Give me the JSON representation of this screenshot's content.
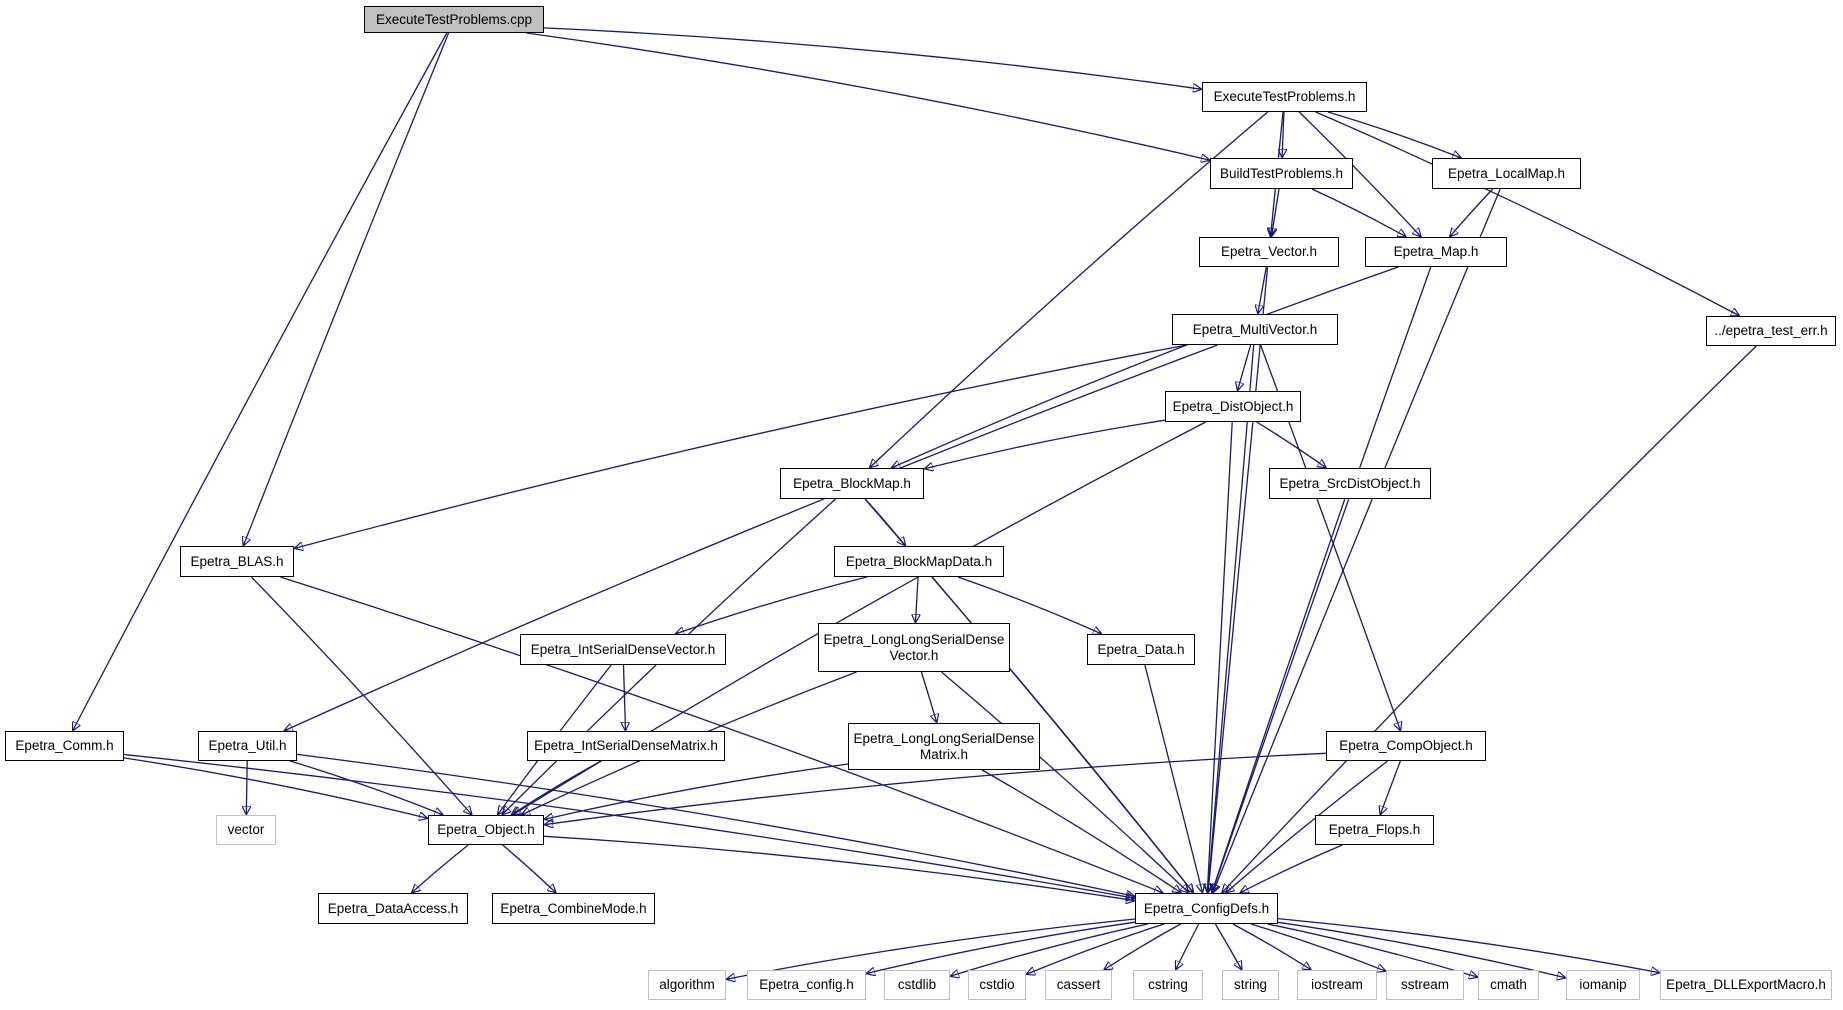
{
  "colors": {
    "edge": "#191970",
    "node_border": "#000000",
    "external_border": "#bfbfbf",
    "root_fill": "#bfbfbf"
  },
  "nodes": [
    {
      "id": "exec_cpp",
      "label": "ExecuteTestProblems.cpp",
      "kind": "root"
    },
    {
      "id": "exec_h",
      "label": "ExecuteTestProblems.h"
    },
    {
      "id": "build_h",
      "label": "BuildTestProblems.h"
    },
    {
      "id": "localmap_h",
      "label": "Epetra_LocalMap.h"
    },
    {
      "id": "vector_h",
      "label": "Epetra_Vector.h"
    },
    {
      "id": "map_h",
      "label": "Epetra_Map.h"
    },
    {
      "id": "test_err_h",
      "label": "../epetra_test_err.h"
    },
    {
      "id": "multivector_h",
      "label": "Epetra_MultiVector.h"
    },
    {
      "id": "distobject_h",
      "label": "Epetra_DistObject.h"
    },
    {
      "id": "blockmap_h",
      "label": "Epetra_BlockMap.h"
    },
    {
      "id": "srcdist_h",
      "label": "Epetra_SrcDistObject.h"
    },
    {
      "id": "blas_h",
      "label": "Epetra_BLAS.h"
    },
    {
      "id": "blockmapdata_h",
      "label": "Epetra_BlockMapData.h"
    },
    {
      "id": "intvec_h",
      "label": "Epetra_IntSerialDenseVector.h"
    },
    {
      "id": "llvec_h",
      "label": "Epetra_LongLongSerialDense\nVector.h"
    },
    {
      "id": "data_h",
      "label": "Epetra_Data.h"
    },
    {
      "id": "comm_h",
      "label": "Epetra_Comm.h"
    },
    {
      "id": "util_h",
      "label": "Epetra_Util.h"
    },
    {
      "id": "intmat_h",
      "label": "Epetra_IntSerialDenseMatrix.h"
    },
    {
      "id": "llmat_h",
      "label": "Epetra_LongLongSerialDense\nMatrix.h"
    },
    {
      "id": "compobject_h",
      "label": "Epetra_CompObject.h"
    },
    {
      "id": "vector_std",
      "label": "vector",
      "kind": "external"
    },
    {
      "id": "object_h",
      "label": "Epetra_Object.h"
    },
    {
      "id": "flops_h",
      "label": "Epetra_Flops.h"
    },
    {
      "id": "dataaccess_h",
      "label": "Epetra_DataAccess.h"
    },
    {
      "id": "combinemode_h",
      "label": "Epetra_CombineMode.h"
    },
    {
      "id": "configdefs_h",
      "label": "Epetra_ConfigDefs.h"
    },
    {
      "id": "algorithm",
      "label": "algorithm",
      "kind": "external"
    },
    {
      "id": "config_h",
      "label": "Epetra_config.h",
      "kind": "external"
    },
    {
      "id": "cstdlib",
      "label": "cstdlib",
      "kind": "external"
    },
    {
      "id": "cstdio",
      "label": "cstdio",
      "kind": "external"
    },
    {
      "id": "cassert",
      "label": "cassert",
      "kind": "external"
    },
    {
      "id": "cstring",
      "label": "cstring",
      "kind": "external"
    },
    {
      "id": "string",
      "label": "string",
      "kind": "external"
    },
    {
      "id": "iostream",
      "label": "iostream",
      "kind": "external"
    },
    {
      "id": "sstream",
      "label": "sstream",
      "kind": "external"
    },
    {
      "id": "cmath",
      "label": "cmath",
      "kind": "external"
    },
    {
      "id": "iomanip",
      "label": "iomanip",
      "kind": "external"
    },
    {
      "id": "dllexport_h",
      "label": "Epetra_DLLExportMacro.h",
      "kind": "external"
    }
  ],
  "edges": [
    [
      "exec_cpp",
      "exec_h"
    ],
    [
      "exec_cpp",
      "build_h"
    ],
    [
      "exec_cpp",
      "blas_h"
    ],
    [
      "exec_cpp",
      "comm_h"
    ],
    [
      "exec_h",
      "build_h"
    ],
    [
      "exec_h",
      "localmap_h"
    ],
    [
      "exec_h",
      "vector_h"
    ],
    [
      "exec_h",
      "map_h"
    ],
    [
      "exec_h",
      "test_err_h"
    ],
    [
      "exec_h",
      "blockmap_h"
    ],
    [
      "build_h",
      "vector_h"
    ],
    [
      "build_h",
      "map_h"
    ],
    [
      "localmap_h",
      "map_h"
    ],
    [
      "localmap_h",
      "configdefs_h"
    ],
    [
      "vector_h",
      "multivector_h"
    ],
    [
      "vector_h",
      "configdefs_h"
    ],
    [
      "map_h",
      "blockmap_h"
    ],
    [
      "map_h",
      "configdefs_h"
    ],
    [
      "test_err_h",
      "configdefs_h"
    ],
    [
      "multivector_h",
      "distobject_h"
    ],
    [
      "multivector_h",
      "blas_h"
    ],
    [
      "multivector_h",
      "util_h"
    ],
    [
      "multivector_h",
      "compobject_h"
    ],
    [
      "multivector_h",
      "configdefs_h"
    ],
    [
      "distobject_h",
      "blockmap_h"
    ],
    [
      "distobject_h",
      "srcdist_h"
    ],
    [
      "distobject_h",
      "object_h"
    ],
    [
      "distobject_h",
      "configdefs_h"
    ],
    [
      "blockmap_h",
      "blockmapdata_h"
    ],
    [
      "blockmap_h",
      "object_h"
    ],
    [
      "blockmap_h",
      "configdefs_h"
    ],
    [
      "srcdist_h",
      "configdefs_h"
    ],
    [
      "blas_h",
      "object_h"
    ],
    [
      "blas_h",
      "configdefs_h"
    ],
    [
      "blockmapdata_h",
      "intvec_h"
    ],
    [
      "blockmapdata_h",
      "llvec_h"
    ],
    [
      "blockmapdata_h",
      "data_h"
    ],
    [
      "blockmapdata_h",
      "configdefs_h"
    ],
    [
      "intvec_h",
      "intmat_h"
    ],
    [
      "intvec_h",
      "object_h"
    ],
    [
      "llvec_h",
      "llmat_h"
    ],
    [
      "llvec_h",
      "object_h"
    ],
    [
      "llvec_h",
      "configdefs_h"
    ],
    [
      "data_h",
      "configdefs_h"
    ],
    [
      "comm_h",
      "object_h"
    ],
    [
      "comm_h",
      "configdefs_h"
    ],
    [
      "util_h",
      "vector_std"
    ],
    [
      "util_h",
      "object_h"
    ],
    [
      "util_h",
      "configdefs_h"
    ],
    [
      "intmat_h",
      "object_h"
    ],
    [
      "llmat_h",
      "object_h"
    ],
    [
      "llmat_h",
      "configdefs_h"
    ],
    [
      "compobject_h",
      "flops_h"
    ],
    [
      "compobject_h",
      "object_h"
    ],
    [
      "compobject_h",
      "configdefs_h"
    ],
    [
      "flops_h",
      "configdefs_h"
    ],
    [
      "object_h",
      "dataaccess_h"
    ],
    [
      "object_h",
      "combinemode_h"
    ],
    [
      "object_h",
      "configdefs_h"
    ],
    [
      "configdefs_h",
      "algorithm"
    ],
    [
      "configdefs_h",
      "config_h"
    ],
    [
      "configdefs_h",
      "cstdlib"
    ],
    [
      "configdefs_h",
      "cstdio"
    ],
    [
      "configdefs_h",
      "cassert"
    ],
    [
      "configdefs_h",
      "cstring"
    ],
    [
      "configdefs_h",
      "string"
    ],
    [
      "configdefs_h",
      "iostream"
    ],
    [
      "configdefs_h",
      "sstream"
    ],
    [
      "configdefs_h",
      "cmath"
    ],
    [
      "configdefs_h",
      "iomanip"
    ],
    [
      "configdefs_h",
      "dllexport_h"
    ]
  ]
}
